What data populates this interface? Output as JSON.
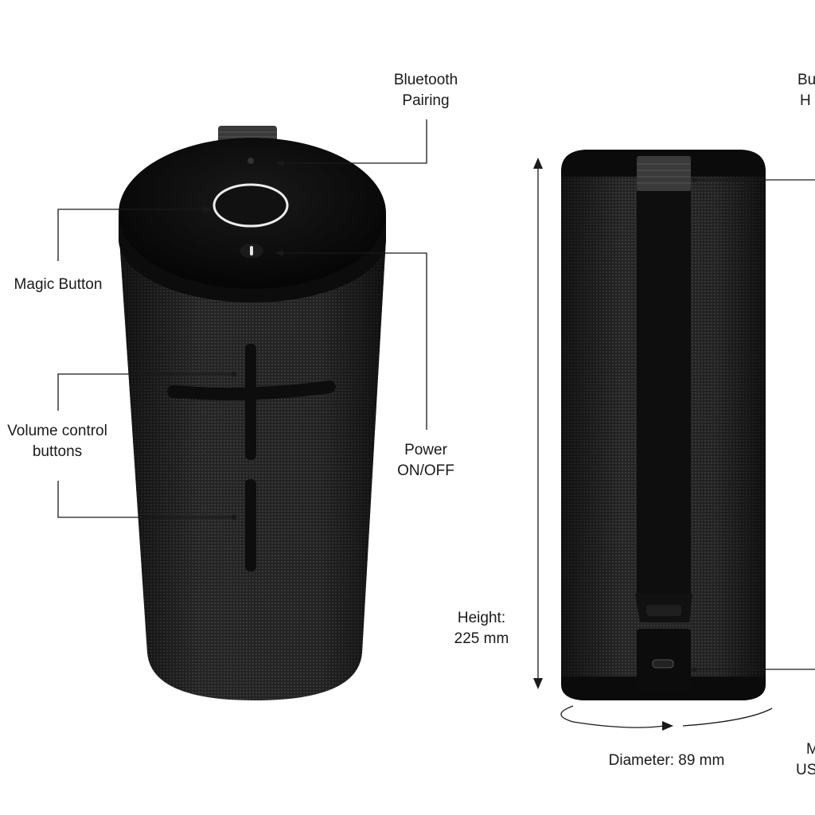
{
  "labels": {
    "bluetooth_pairing": [
      "Bluetooth",
      "Pairing"
    ],
    "magic_button": "Magic Button",
    "volume_control": [
      "Volume control",
      "buttons"
    ],
    "power": [
      "Power",
      "ON/OFF"
    ],
    "height": [
      "Height:",
      "225 mm"
    ],
    "diameter": "Diameter: 89 mm",
    "right_top_partial": [
      "Bu",
      "H"
    ],
    "right_bottom_partial": [
      "M",
      "US"
    ]
  },
  "icons": {
    "power_glyph": "power-icon",
    "volume_up": "plus-icon",
    "volume_down": "minus-icon"
  },
  "colors": {
    "body": "#2b2b2b",
    "fabric_dot": "#4a4a4a",
    "cap": "#0b0b0b",
    "ring": "#e8e8e8",
    "leader": "#1a1a1a"
  }
}
